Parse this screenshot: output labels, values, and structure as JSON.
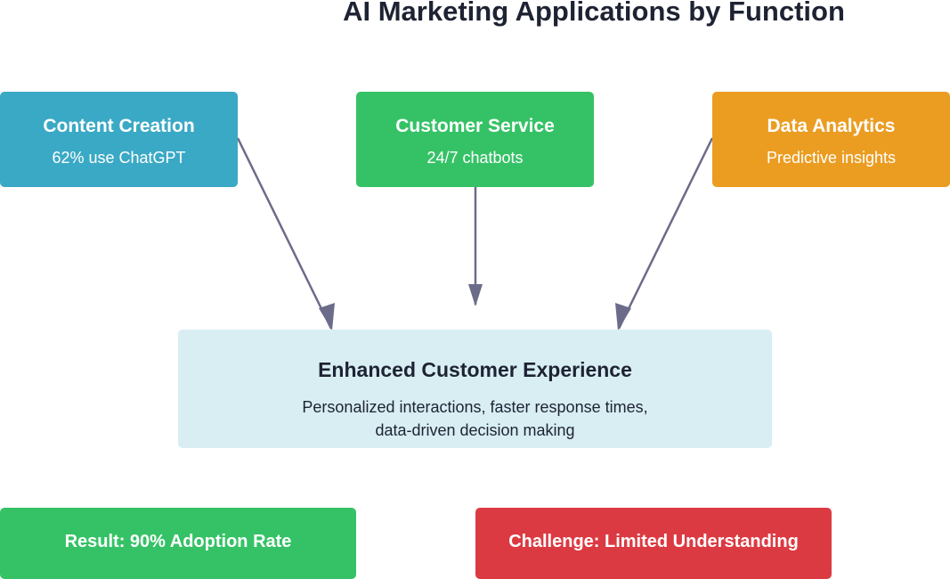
{
  "title": "AI Marketing Applications by Function",
  "nodes": {
    "content_creation": {
      "title": "Content Creation",
      "subtitle": "62% use ChatGPT"
    },
    "customer_service": {
      "title": "Customer Service",
      "subtitle": "24/7 chatbots"
    },
    "data_analytics": {
      "title": "Data Analytics",
      "subtitle": "Predictive insights"
    },
    "center": {
      "title": "Enhanced Customer Experience",
      "line1": "Personalized interactions, faster response times,",
      "line2": "data-driven decision making"
    },
    "result": {
      "title": "Result: 90% Adoption Rate"
    },
    "challenge": {
      "title": "Challenge: Limited Understanding"
    }
  },
  "colors": {
    "content_creation": "#3aa9c5",
    "customer_service": "#35c266",
    "data_analytics": "#eb9d22",
    "center": "#d8eef3",
    "result": "#35c266",
    "challenge": "#dc3a42",
    "arrow": "#6b6b8a"
  }
}
